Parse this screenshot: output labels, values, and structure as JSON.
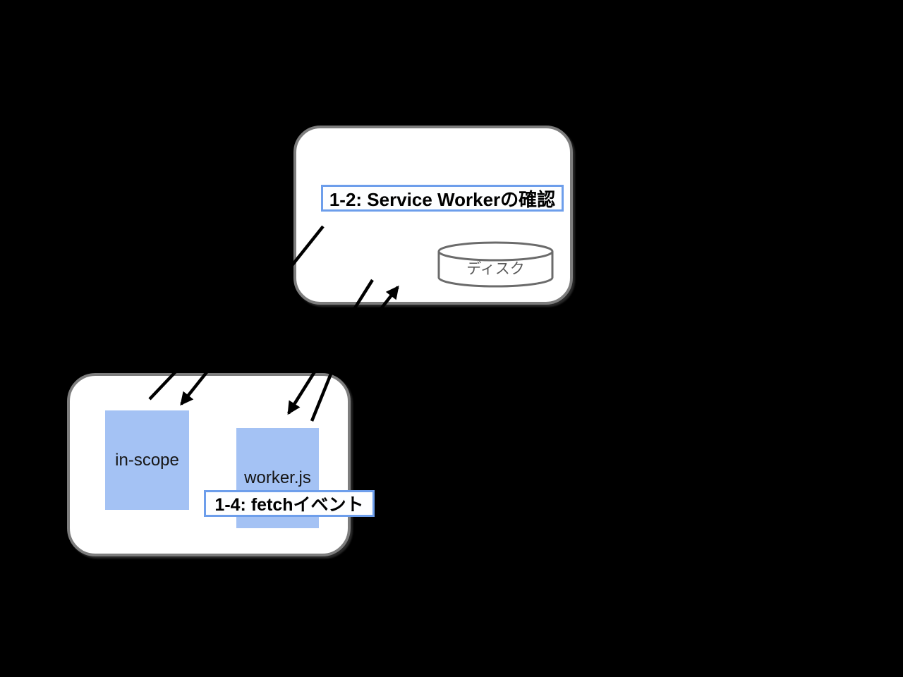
{
  "colors": {
    "background": "#000000",
    "box_fill": "#ffffff",
    "box_border": "#7d7d7d",
    "label_fill": "#fdfeff",
    "accent_blue": "#6d9eeb",
    "rect_fill": "#a4c2f4",
    "disk_text": "#595959",
    "disk_border": "#6b6b6b",
    "arrow": "#000000",
    "text": "#000000"
  },
  "diagram": {
    "service_worker_box": {
      "step_label": "1-2: Service Workerの確認",
      "disk_label": "ディスク"
    },
    "page_box": {
      "in_scope_label": "in-scope",
      "worker_label": "worker.js",
      "step_label": "1-4: fetchイベント"
    }
  }
}
